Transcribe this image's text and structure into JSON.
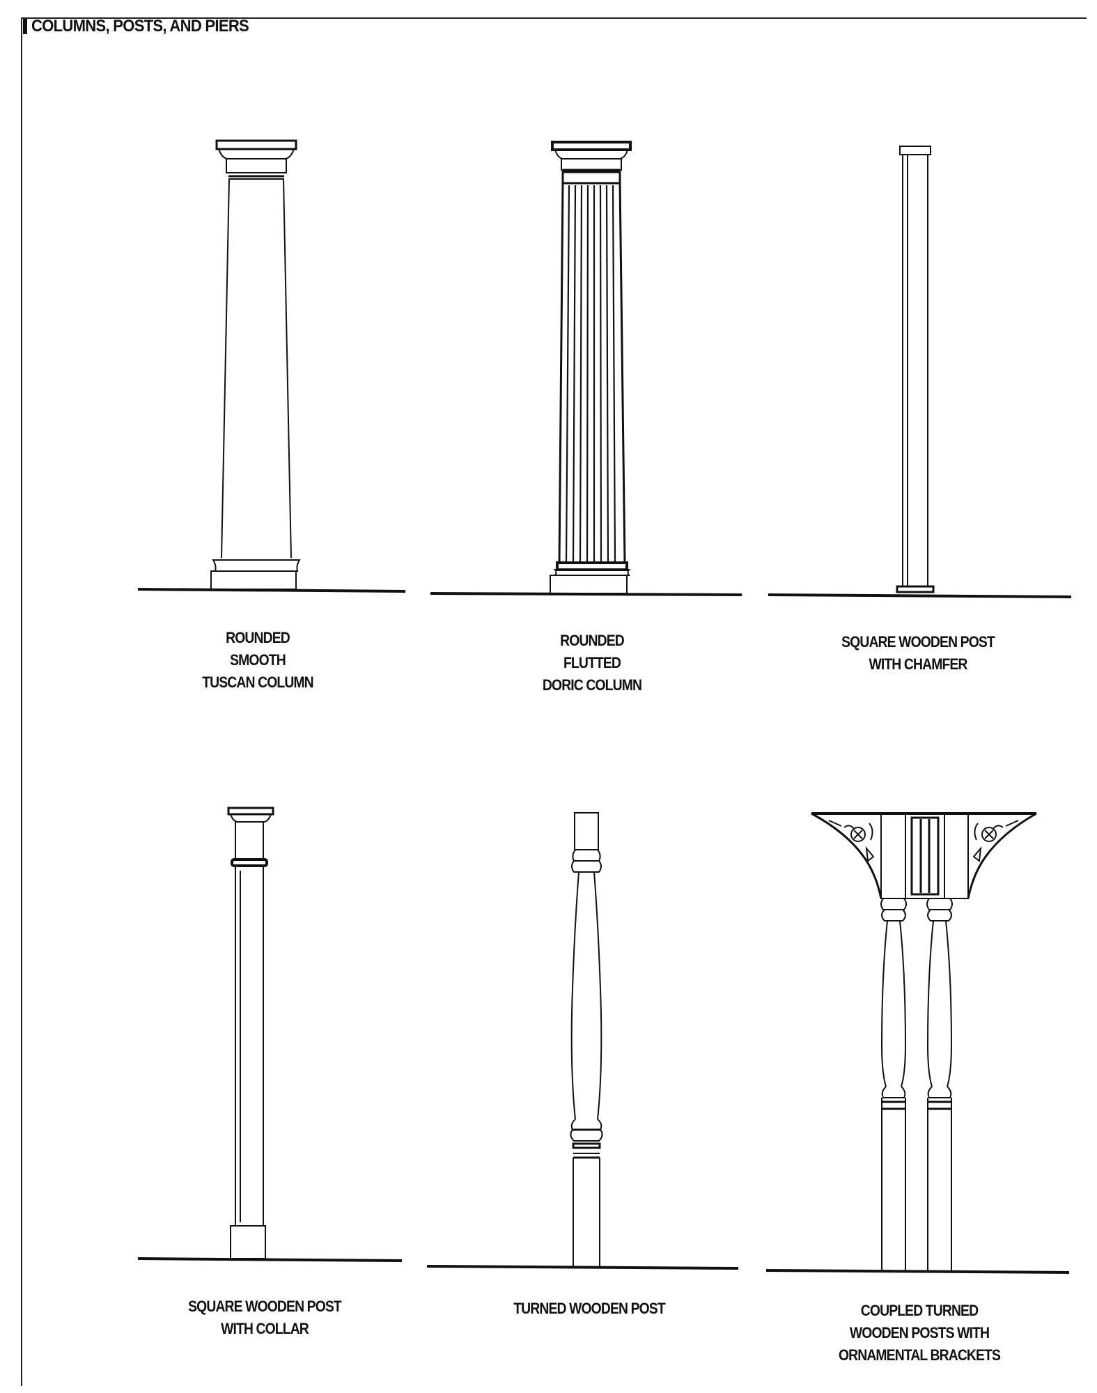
{
  "page": {
    "title": "COLUMNS, POSTS, AND PIERS"
  },
  "illustrations": [
    {
      "caption": "ROUNDED\nSMOOTH\nTUSCAN COLUMN",
      "icon": "tuscan-column-icon"
    },
    {
      "caption": "ROUNDED\nFLUTTED\nDORIC COLUMN",
      "icon": "doric-column-icon"
    },
    {
      "caption": "SQUARE WOODEN POST\nWITH CHAMFER",
      "icon": "chamfered-post-icon"
    },
    {
      "caption": "SQUARE WOODEN POST\nWITH COLLAR",
      "icon": "collared-post-icon"
    },
    {
      "caption": "TURNED WOODEN POST",
      "icon": "turned-post-icon"
    },
    {
      "caption": "COUPLED TURNED\nWOODEN POSTS WITH\nORNAMENTAL BRACKETS",
      "icon": "coupled-posts-brackets-icon"
    }
  ],
  "colors": {
    "ink": "#111111",
    "paper": "#ffffff"
  }
}
